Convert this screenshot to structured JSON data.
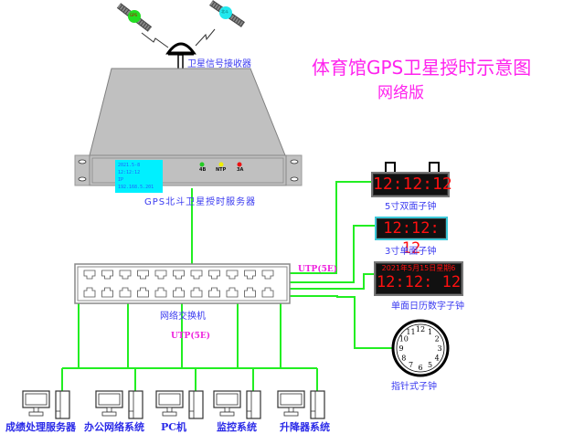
{
  "title": {
    "main": "体育馆GPS卫星授时示意图",
    "subtitle": "网络版"
  },
  "satellites": [
    {
      "label": "GPS",
      "color": "#22dd22"
    },
    {
      "label": "北斗",
      "color": "#22e8ee"
    }
  ],
  "receiver": {
    "label": "卫星信号接收器"
  },
  "server": {
    "label": "GPS北斗卫星授时服务器",
    "lcd_line1": "2021.5-8 12:12:12",
    "lcd_line2": "IP 192.168.5.201",
    "leds": [
      {
        "label": "4B",
        "color": "#22cc22"
      },
      {
        "label": "NTP",
        "color": "#eeee00"
      },
      {
        "label": "3A",
        "color": "#ee1111"
      }
    ]
  },
  "switch": {
    "label": "网络交换机",
    "ports_per_row": 11
  },
  "cable_labels": {
    "right": "UTP(5E)",
    "down": "UTP(5E)"
  },
  "clocks": [
    {
      "name": "double-sided",
      "time": "12:12:12",
      "label": "5寸双面子钟"
    },
    {
      "name": "single-sided",
      "time": "12:12: 12",
      "label": "3寸单面子钟"
    },
    {
      "name": "calendar",
      "date": "2021年5月15日星期6",
      "time": "12:12: 12",
      "label": "单面日历数字子钟"
    },
    {
      "name": "analog",
      "label": "指针式子钟",
      "numerals": [
        "12",
        "1",
        "2",
        "3",
        "4",
        "5",
        "6",
        "7",
        "8",
        "9",
        "10",
        "11"
      ]
    }
  ],
  "terminals": [
    {
      "label": "成绩处理服务器"
    },
    {
      "label": "办公网络系统"
    },
    {
      "label": "PC机"
    },
    {
      "label": "监控系统"
    },
    {
      "label": "升降器系统"
    }
  ],
  "colors": {
    "link": "#22ee22",
    "title": "#ff22ee",
    "label": "#3a3af0",
    "chassis": "#c0c0c0",
    "lcd": "#00f0ff",
    "led_digit": "#ff1010"
  }
}
